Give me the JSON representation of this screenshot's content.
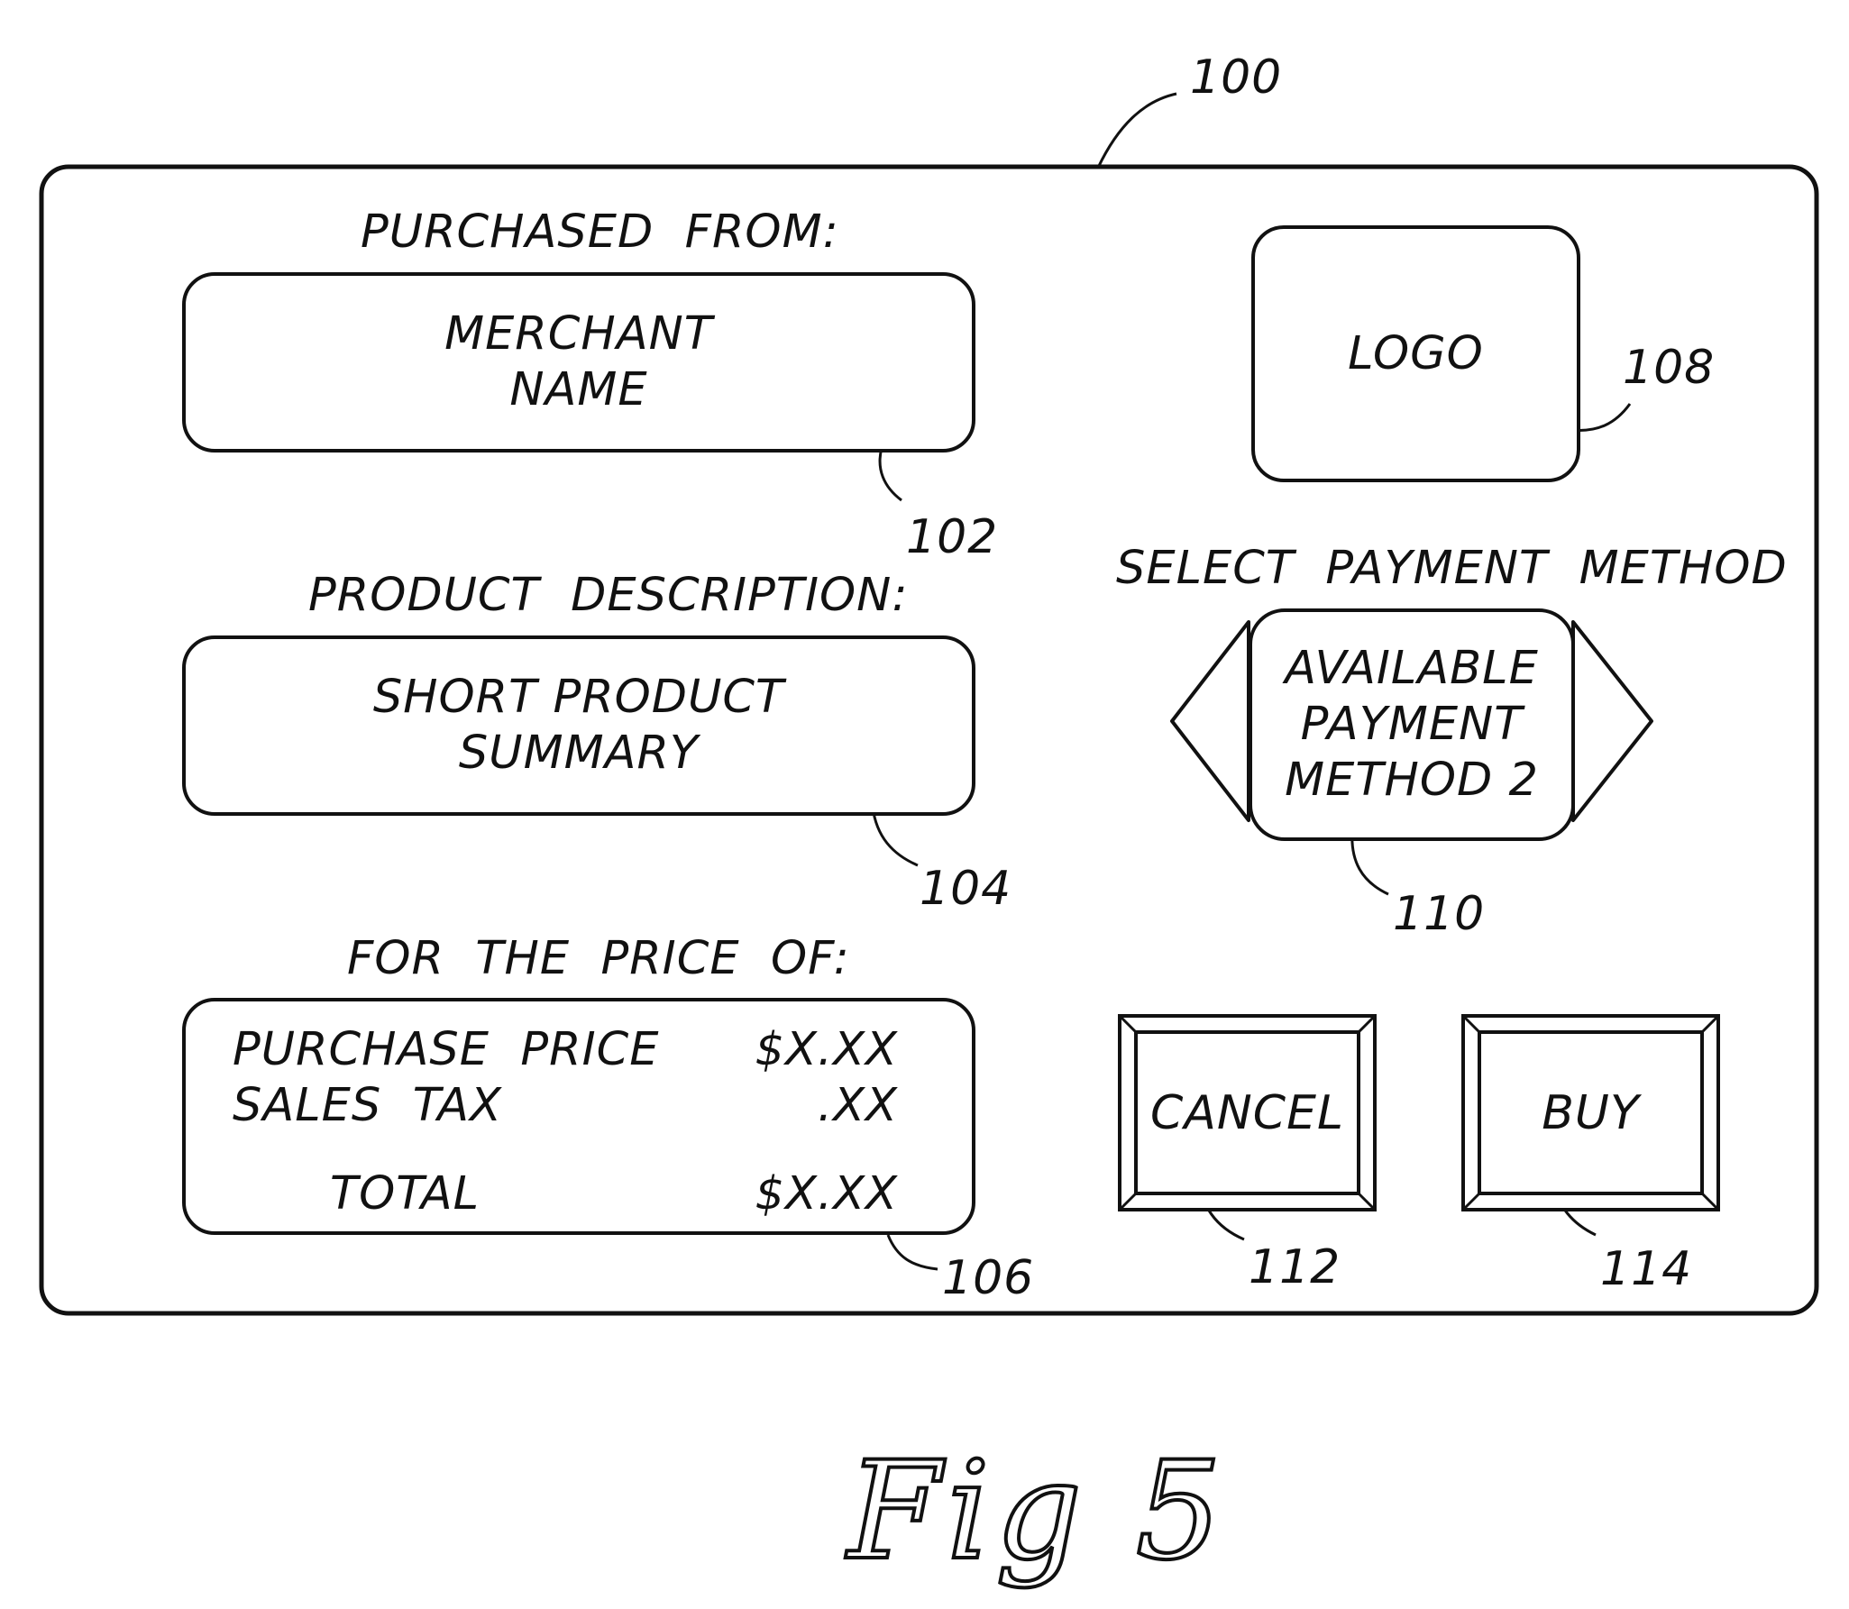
{
  "figure_label": "Fig 5",
  "refs": {
    "window": "100",
    "merchant": "102",
    "product": "104",
    "price": "106",
    "logo": "108",
    "payment": "110",
    "cancel": "112",
    "buy": "114"
  },
  "merchant_section": {
    "heading": "PURCHASED  FROM:",
    "value_line1": "MERCHANT",
    "value_line2": "NAME"
  },
  "product_section": {
    "heading": "PRODUCT  DESCRIPTION:",
    "value_line1": "SHORT  PRODUCT",
    "value_line2": "SUMMARY"
  },
  "price_section": {
    "heading": "FOR  THE  PRICE  OF:",
    "rows": [
      {
        "label": "PURCHASE  PRICE",
        "amount": "$X.XX"
      },
      {
        "label": "SALES  TAX",
        "amount": ".XX"
      },
      {
        "label": "TOTAL",
        "amount": "$X.XX"
      }
    ]
  },
  "logo": {
    "text": "LOGO"
  },
  "payment": {
    "heading": "SELECT  PAYMENT  METHOD",
    "line1": "AVAILABLE",
    "line2": "PAYMENT",
    "line3": "METHOD  2"
  },
  "buttons": {
    "cancel": "CANCEL",
    "buy": "BUY"
  }
}
